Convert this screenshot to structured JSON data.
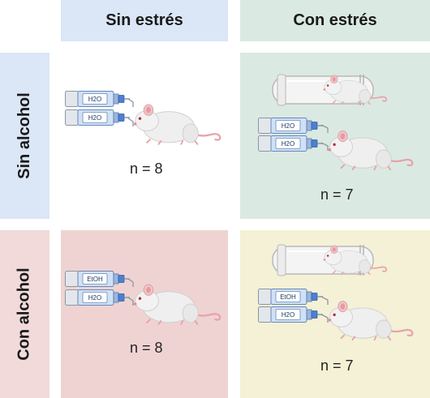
{
  "columns": {
    "no_stress": "Sin estrés",
    "stress": "Con estrés"
  },
  "rows": {
    "no_alcohol": "Sin alcohol",
    "alcohol": "Con alcohol"
  },
  "cells": {
    "top_left": {
      "n": "n = 8",
      "bottle1": "H2O",
      "bottle2": "H2O",
      "restraint": false
    },
    "top_right": {
      "n": "n = 7",
      "bottle1": "H2O",
      "bottle2": "H2O",
      "restraint": true
    },
    "bottom_left": {
      "n": "n = 8",
      "bottle1": "EtOH",
      "bottle2": "H2O",
      "restraint": false
    },
    "bottom_right": {
      "n": "n = 7",
      "bottle1": "EtOH",
      "bottle2": "H2O",
      "restraint": true
    }
  },
  "colors": {
    "header_no_stress": "#dbe6f7",
    "header_stress": "#dbe9e3",
    "row_no_alcohol": "#dbe6f7",
    "row_alcohol": "#f2dada",
    "cell_top_left": "#ffffff",
    "cell_top_right": "#dbe9e3",
    "cell_bottom_left": "#efd3d3",
    "cell_bottom_right": "#f4f1d6"
  }
}
